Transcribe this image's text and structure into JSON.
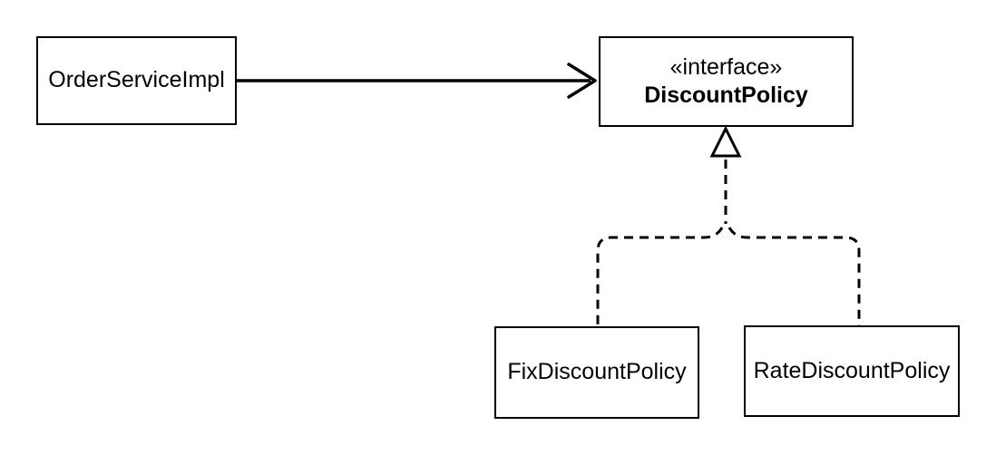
{
  "diagram": {
    "type": "uml-class-diagram",
    "background_color": "#ffffff",
    "stroke_color": "#000000",
    "nodes": {
      "order_service_impl": {
        "label": "OrderServiceImpl"
      },
      "discount_policy": {
        "stereotype": "«interface»",
        "label": "DiscountPolicy"
      },
      "fix_discount_policy": {
        "label": "FixDiscountPolicy"
      },
      "rate_discount_policy": {
        "label": "RateDiscountPolicy"
      }
    },
    "edges": [
      {
        "from": "OrderServiceImpl",
        "to": "DiscountPolicy",
        "type": "dependency",
        "line": "solid",
        "arrowhead": "open"
      },
      {
        "from": "FixDiscountPolicy",
        "to": "DiscountPolicy",
        "type": "realization",
        "line": "dashed",
        "arrowhead": "hollow-triangle"
      },
      {
        "from": "RateDiscountPolicy",
        "to": "DiscountPolicy",
        "type": "realization",
        "line": "dashed",
        "arrowhead": "hollow-triangle"
      }
    ]
  }
}
